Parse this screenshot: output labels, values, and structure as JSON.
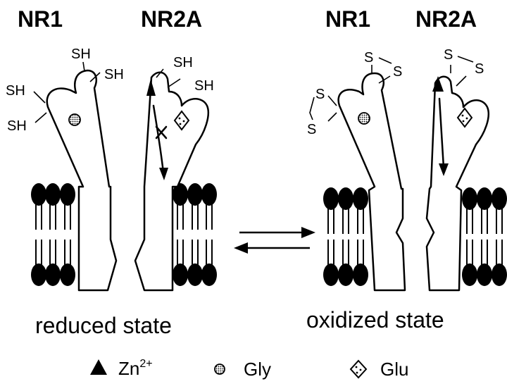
{
  "left_panel": {
    "label_nr1": "NR1",
    "label_nr2a": "NR2A",
    "state_label": "reduced state",
    "sh_labels": [
      "SH",
      "SH",
      "SH",
      "SH",
      "SH",
      "SH"
    ]
  },
  "right_panel": {
    "label_nr1": "NR1",
    "label_nr2a": "NR2A",
    "state_label": "oxidized state",
    "s_labels": [
      "S",
      "S",
      "S",
      "S",
      "S",
      "S"
    ]
  },
  "legend": {
    "zn_label": "Zn",
    "zn_superscript": "2+",
    "gly_label": "Gly",
    "glu_label": "Glu"
  }
}
